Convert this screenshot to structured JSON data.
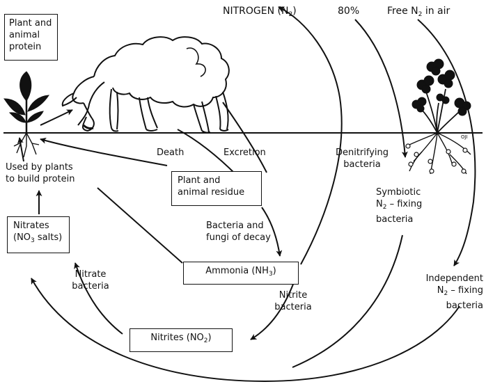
{
  "labels": {
    "plant_animal_protein": "Plant and animal protein",
    "nitrogen_prefix": "NITROGEN (N",
    "nitrogen_sub": "2",
    "nitrogen_suffix": ")",
    "percent": "80%",
    "free_n2_prefix": "Free N",
    "free_n2_sub": "2",
    "free_n2_suffix": " in air",
    "death": "Death",
    "excretion": "Excretion",
    "denitrifying_line1": "Denitrifying",
    "denitrifying_line2": "bacteria",
    "used_by_plants_line1": "Used by plants",
    "used_by_plants_line2": "to build protein",
    "residue_line1": "Plant and",
    "residue_line2": "animal residue",
    "decay_line1": "Bacteria and",
    "decay_line2": "fungi of decay",
    "nitrates_line1": "Nitrates",
    "nitrates_line2_prefix": "(NO",
    "nitrates_line2_sub": "3",
    "nitrates_line2_suffix": " salts)",
    "ammonia_prefix": "Ammonia (NH",
    "ammonia_sub": "3",
    "ammonia_suffix": ")",
    "nitrate_bacteria_line1": "Nitrate",
    "nitrate_bacteria_line2": "bacteria",
    "nitrite_bacteria_line1": "Nitrite",
    "nitrite_bacteria_line2": "bacteria",
    "nitrites_prefix": "Nitrites (NO",
    "nitrites_sub": "2",
    "nitrites_suffix": ")",
    "symbiotic_line1": "Symbiotic",
    "symbiotic_line2_prefix": "N",
    "symbiotic_line2_sub": "2",
    "symbiotic_line2_suffix": " – fixing",
    "symbiotic_line3": "bacteria",
    "independent_line1": "Independent",
    "independent_line2_prefix": "N",
    "independent_line2_sub": "2",
    "independent_line2_suffix": " – fixing",
    "independent_line3": "bacteria",
    "artist_mark": "OJI"
  }
}
